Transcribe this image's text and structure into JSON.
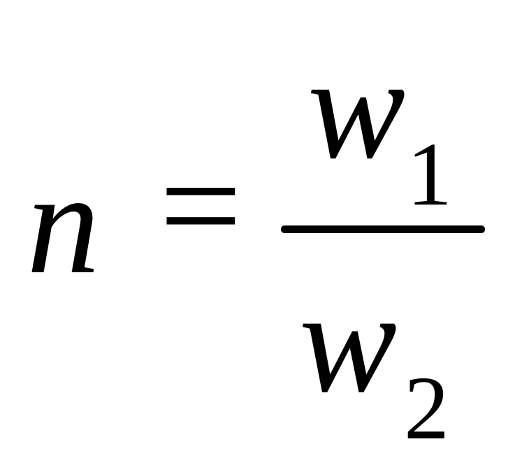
{
  "formula": {
    "lhs": "n",
    "equals": "=",
    "numerator": {
      "var": "w",
      "sub": "1"
    },
    "denominator": {
      "var": "w",
      "sub": "2"
    }
  }
}
